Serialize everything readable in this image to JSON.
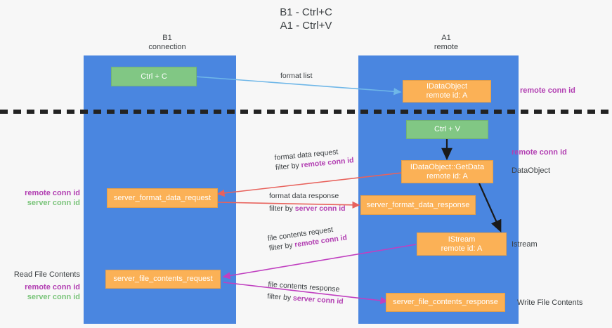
{
  "title": {
    "line1": "B1 - Ctrl+C",
    "line2": "A1 - Ctrl+V"
  },
  "columns": [
    {
      "name": "B1",
      "sub": "connection"
    },
    {
      "name": "A1",
      "sub": "remote"
    }
  ],
  "nodes": {
    "ctrl_c": {
      "l1": "Ctrl + C",
      "l2": ""
    },
    "idataobject": {
      "l1": "IDataObject",
      "l2": "remote id: A"
    },
    "ctrl_v": {
      "l1": "Ctrl + V",
      "l2": ""
    },
    "getdata": {
      "l1": "IDataObject::GetData",
      "l2": "remote id: A"
    },
    "fmt_request": {
      "l1": "server_format_data_request",
      "l2": ""
    },
    "fmt_response": {
      "l1": "server_format_data_response",
      "l2": ""
    },
    "istream": {
      "l1": "IStream",
      "l2": "remote id: A"
    },
    "file_request": {
      "l1": "server_file_contents_request",
      "l2": ""
    },
    "file_response": {
      "l1": "server_file_contents_response",
      "l2": ""
    }
  },
  "edge_labels": {
    "format_list": "format list",
    "fmt_req_l1": "format data request",
    "fmt_req_l2a": "filter by ",
    "fmt_req_l2b": "remote conn id",
    "fmt_res_l1": "format data response",
    "fmt_res_l2a": "filter by ",
    "fmt_res_l2b": "server conn id",
    "file_req_l1": "file contents request",
    "file_req_l2a": "filter by ",
    "file_req_l2b": "remote conn id",
    "file_res_l1": "file contents response",
    "file_res_l2a": "filter by ",
    "file_res_l2b": "server conn id"
  },
  "annotations": {
    "right_top_conn": "remote conn id",
    "right_mid_conn": "remote conn id",
    "right_dataobject": "DataObject",
    "right_istream": "Istream",
    "right_write_file": "Write File Contents",
    "left_mid_remote": "remote conn id",
    "left_mid_server": "server conn id",
    "left_read_file": "Read File Contents",
    "left_low_remote": "remote conn id",
    "left_low_server": "server conn id"
  },
  "colors": {
    "lane": "#4a86e0",
    "green_node": "#81c784",
    "orange_node": "#fbb156",
    "purple": "#b23fb2",
    "green_text": "#7ac47a",
    "arrow_blue": "#6fb7e8",
    "arrow_red": "#e8625c",
    "arrow_magenta": "#c040c0",
    "arrow_black": "#1a1a1a",
    "background": "#f7f7f7"
  }
}
